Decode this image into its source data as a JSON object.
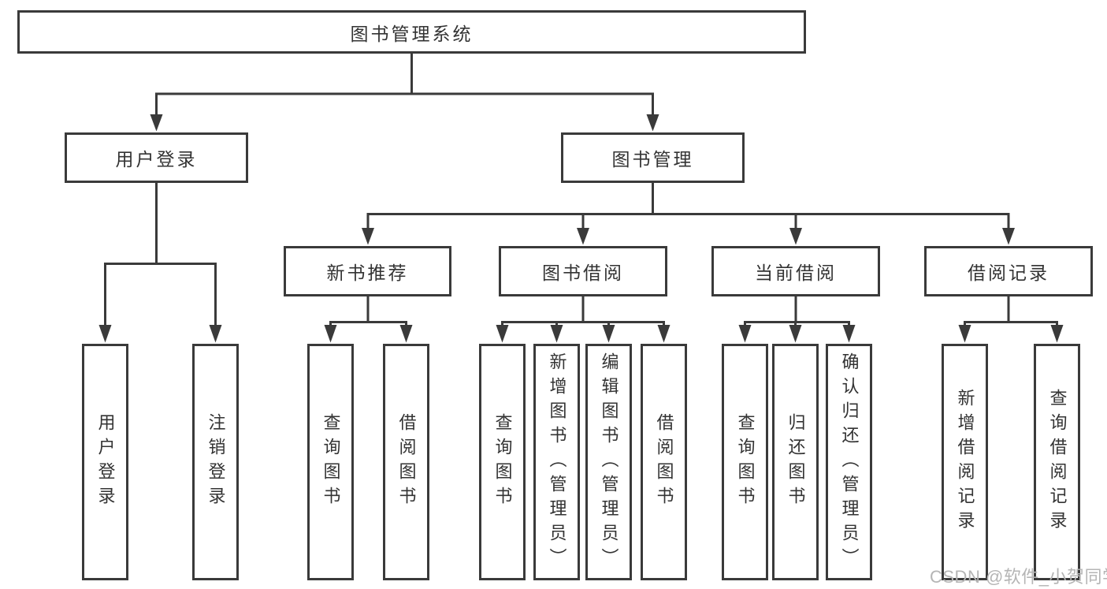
{
  "diagram": {
    "title": "图书管理系统",
    "level2": {
      "user_login": "用户登录",
      "book_management": "图书管理"
    },
    "level3": {
      "new_book_recommend": "新书推荐",
      "book_borrowing": "图书借阅",
      "current_borrowing": "当前借阅",
      "borrowing_records": "借阅记录"
    },
    "leaves": {
      "user_login": [
        "用户登录",
        "注销登录"
      ],
      "new_book_recommend": [
        "查询图书",
        "借阅图书"
      ],
      "book_borrowing": [
        "查询图书",
        "新增图书（管理员）",
        "编辑图书（管理员）",
        "借阅图书"
      ],
      "current_borrowing": [
        "查询图书",
        "归还图书",
        "确认归还（管理员）"
      ],
      "borrowing_records": [
        "新增借阅记录",
        "查询借阅记录"
      ]
    }
  },
  "watermark": {
    "text": "CSDN @软件_小贺同学"
  },
  "colors": {
    "line": "#3a3a3a",
    "text": "#333333",
    "watermark": "#b5b5b5",
    "background": "#ffffff"
  }
}
